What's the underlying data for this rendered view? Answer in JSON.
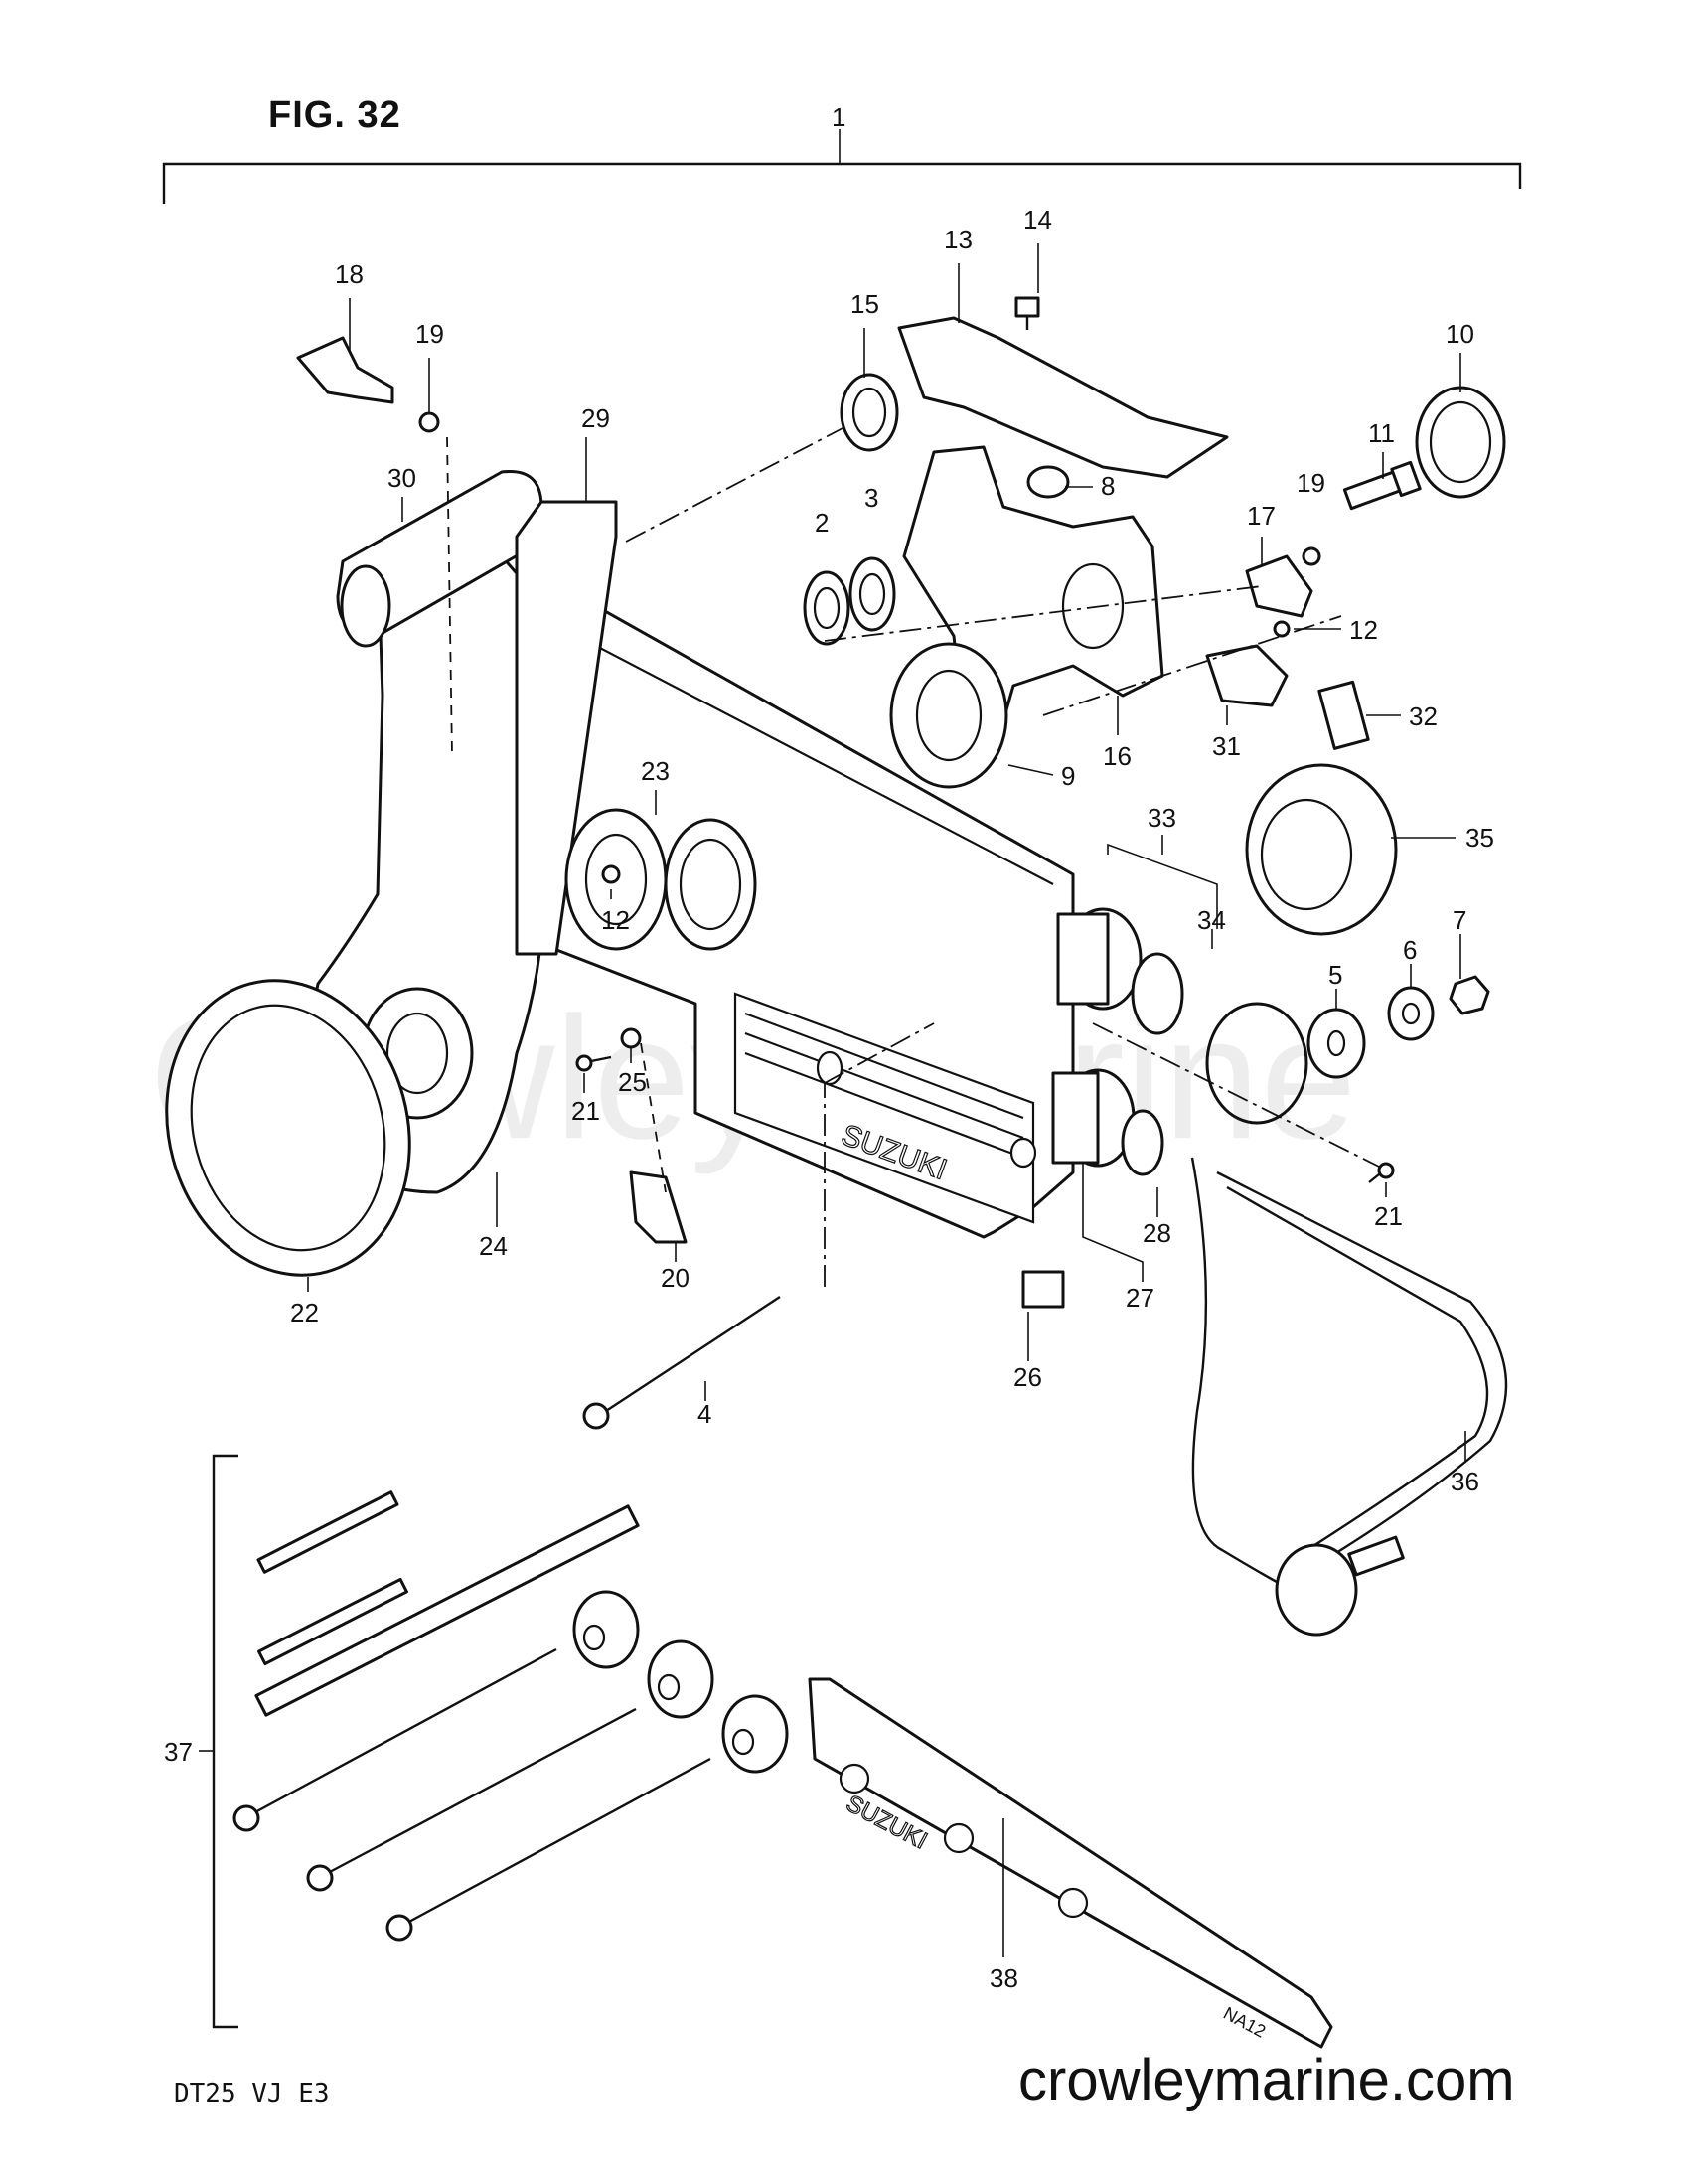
{
  "figure": {
    "title": "FIG. 32",
    "model_code": "DT25 VJ E3",
    "website": "crowleymarine.com",
    "watermark": "Crowley Marine",
    "brand_embossing": "SUZUKI",
    "plate_marking": "NA12"
  },
  "callouts": [
    {
      "id": "1",
      "label": "1"
    },
    {
      "id": "2",
      "label": "2"
    },
    {
      "id": "3",
      "label": "3"
    },
    {
      "id": "4",
      "label": "4"
    },
    {
      "id": "5",
      "label": "5"
    },
    {
      "id": "6",
      "label": "6"
    },
    {
      "id": "7",
      "label": "7"
    },
    {
      "id": "8",
      "label": "8"
    },
    {
      "id": "9",
      "label": "9"
    },
    {
      "id": "10",
      "label": "10"
    },
    {
      "id": "11",
      "label": "11"
    },
    {
      "id": "12a",
      "label": "12"
    },
    {
      "id": "12b",
      "label": "12"
    },
    {
      "id": "13",
      "label": "13"
    },
    {
      "id": "14",
      "label": "14"
    },
    {
      "id": "15",
      "label": "15"
    },
    {
      "id": "16",
      "label": "16"
    },
    {
      "id": "17",
      "label": "17"
    },
    {
      "id": "18",
      "label": "18"
    },
    {
      "id": "19a",
      "label": "19"
    },
    {
      "id": "19b",
      "label": "19"
    },
    {
      "id": "20",
      "label": "20"
    },
    {
      "id": "21a",
      "label": "21"
    },
    {
      "id": "21b",
      "label": "21"
    },
    {
      "id": "22",
      "label": "22"
    },
    {
      "id": "23",
      "label": "23"
    },
    {
      "id": "24",
      "label": "24"
    },
    {
      "id": "25",
      "label": "25"
    },
    {
      "id": "26",
      "label": "26"
    },
    {
      "id": "27",
      "label": "27"
    },
    {
      "id": "28",
      "label": "28"
    },
    {
      "id": "29",
      "label": "29"
    },
    {
      "id": "30",
      "label": "30"
    },
    {
      "id": "31",
      "label": "31"
    },
    {
      "id": "32",
      "label": "32"
    },
    {
      "id": "33",
      "label": "33"
    },
    {
      "id": "34",
      "label": "34"
    },
    {
      "id": "35",
      "label": "35"
    },
    {
      "id": "36",
      "label": "36"
    },
    {
      "id": "37",
      "label": "37"
    },
    {
      "id": "38",
      "label": "38"
    }
  ]
}
